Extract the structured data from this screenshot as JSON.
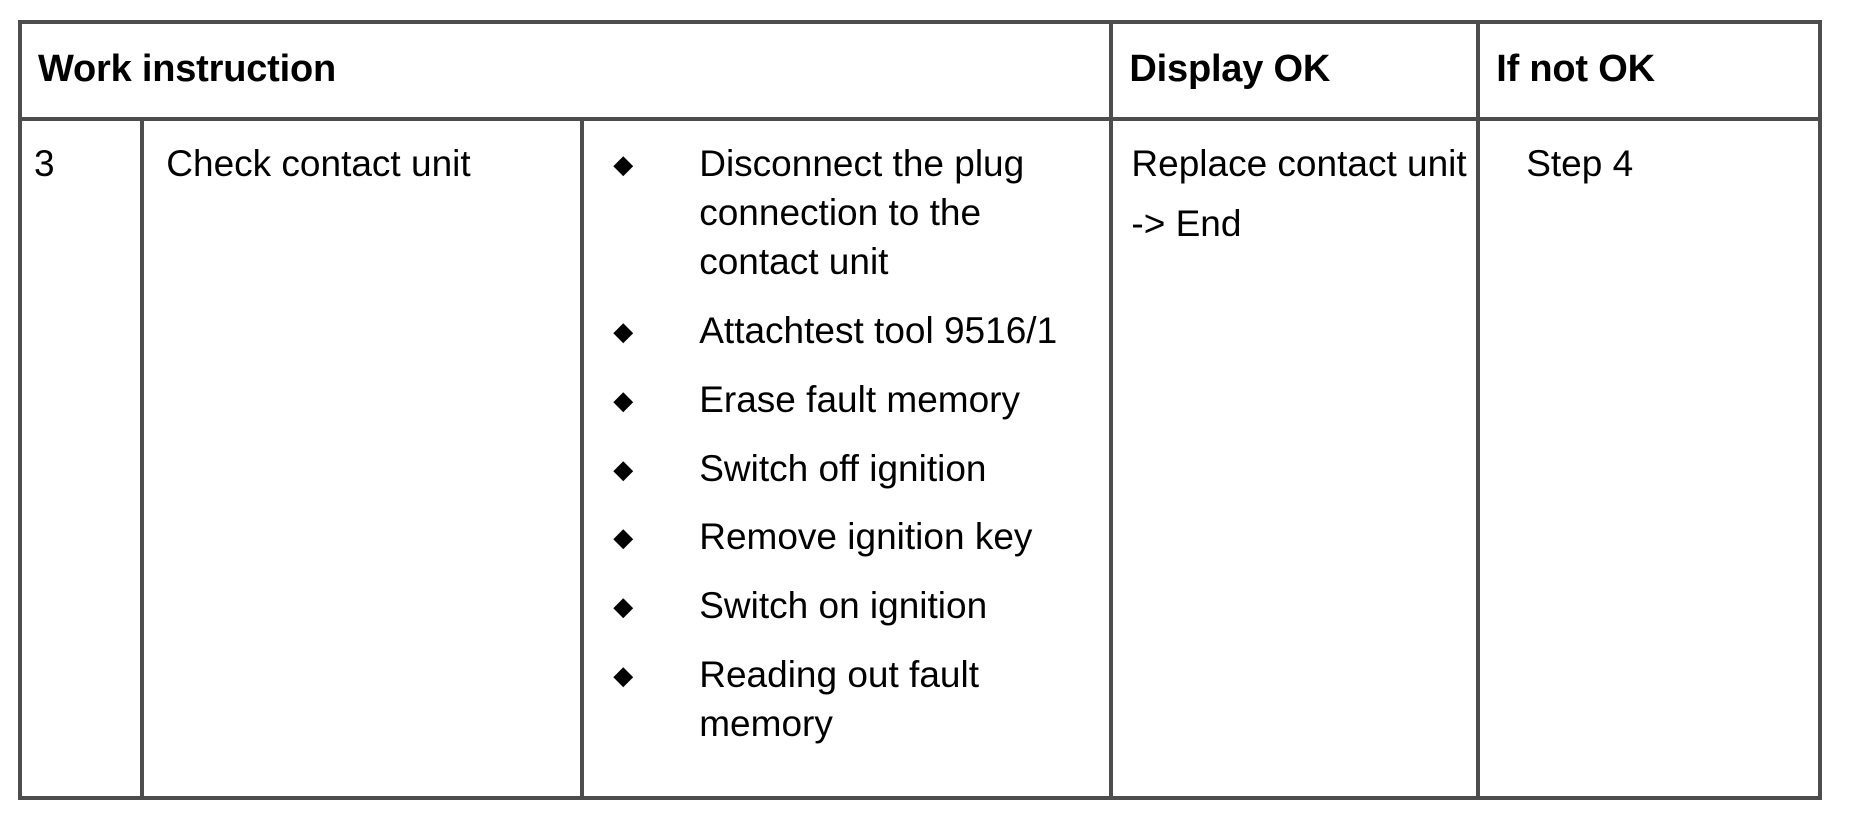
{
  "document": {
    "type": "work-instruction-table",
    "border_color": "#4d4d4d",
    "background_color": "#ffffff",
    "text_color": "#000000"
  },
  "table": {
    "headers": {
      "work_instruction": "Work instruction",
      "display_ok": "Display OK",
      "if_not_ok": "If not OK"
    },
    "row": {
      "step_number": "3",
      "task": "Check contact unit",
      "bullet_marker": "◆",
      "steps": [
        "Disconnect the plug connection to the contact unit",
        "Attachtest tool 9516/1",
        "Erase fault memory",
        "Switch off ignition",
        "Remove ignition key",
        "Switch on ignition",
        "Reading out fault memory"
      ],
      "display_ok_lines": [
        "Replace contact unit",
        "-> End"
      ],
      "if_not_ok": "Step 4"
    }
  }
}
